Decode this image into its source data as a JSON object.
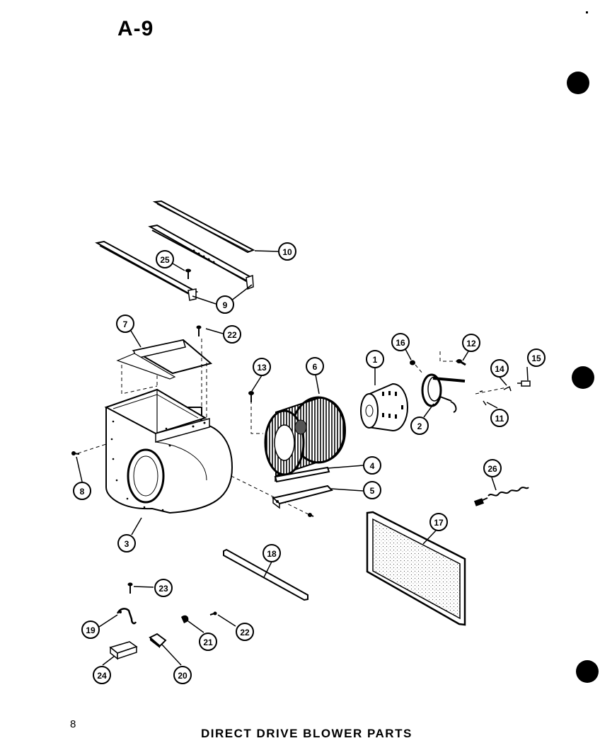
{
  "page": {
    "title": "A-9",
    "page_number": "8",
    "caption": "DIRECT DRIVE BLOWER PARTS"
  },
  "callouts": {
    "c1": "1",
    "c2": "2",
    "c3": "3",
    "c4": "4",
    "c5": "5",
    "c6": "6",
    "c7": "7",
    "c8": "8",
    "c9": "9",
    "c10": "10",
    "c11": "11",
    "c12": "12",
    "c13": "13",
    "c14": "14",
    "c15": "15",
    "c16": "16",
    "c17": "17",
    "c18": "18",
    "c19": "19",
    "c20": "20",
    "c21": "21",
    "c22a": "22",
    "c22b": "22",
    "c23": "23",
    "c24": "24",
    "c25": "25",
    "c26": "26"
  }
}
